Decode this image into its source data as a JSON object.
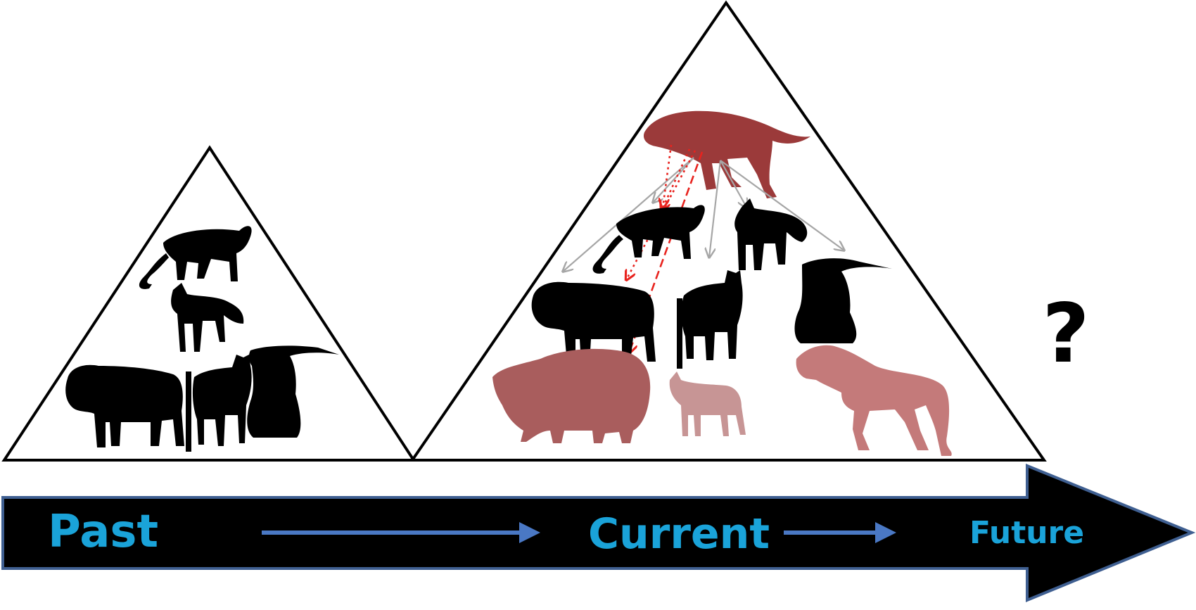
{
  "timeline": {
    "labels": {
      "past": "Past",
      "current": "Current",
      "future": "Future"
    },
    "question_mark": "?"
  },
  "colors": {
    "arrow_fill": "#000000",
    "arrow_outline": "#3f5f91",
    "inner_arrow": "#4a78c4",
    "label_blue": "#1aa3d9",
    "wild_black": "#000000",
    "dog_red": "#9b3a3a",
    "livestock_red": "#a95d5d",
    "goat_pink": "#c79595",
    "horse_pink": "#c47a7a",
    "impact_red": "#e8231e",
    "trophic_gray": "#a6a6a6"
  },
  "pyramids": {
    "past": {
      "animals": [
        "snow-leopard",
        "fox",
        "takin",
        "blue-sheep",
        "ibex"
      ]
    },
    "current": {
      "animals": [
        "free-ranging-dog",
        "snow-leopard",
        "fox",
        "takin",
        "blue-sheep",
        "ibex",
        "yak",
        "goat",
        "horse"
      ]
    }
  }
}
